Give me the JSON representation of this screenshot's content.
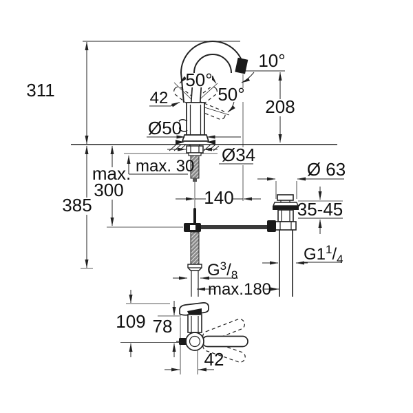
{
  "drawing": {
    "title": "single-lever-basin-mixer-dimension-drawing",
    "colors": {
      "line": "#222222",
      "background": "#ffffff",
      "text": "#111111"
    },
    "labels": {
      "h311": "311",
      "h385": "385",
      "max300_line1": "max.",
      "max300_line2": "300",
      "max30": "max. 30",
      "lever42": "42",
      "d50": "Ø50",
      "d34": "Ø34",
      "deg50_a": "50°",
      "deg50_b": "50°",
      "deg10": "10°",
      "h208": "208",
      "reach140": "140",
      "d63": "Ø 63",
      "deck3545": "35-45",
      "g114_main": "G1",
      "g114_sup": "1",
      "g114_slash": "/",
      "g114_sub": "4",
      "g38_main": "G",
      "g38_sup": "3",
      "g38_slash": "/",
      "g38_sub": "8",
      "max180": "max.180",
      "h109": "109",
      "h78": "78",
      "offset42": "42"
    }
  }
}
